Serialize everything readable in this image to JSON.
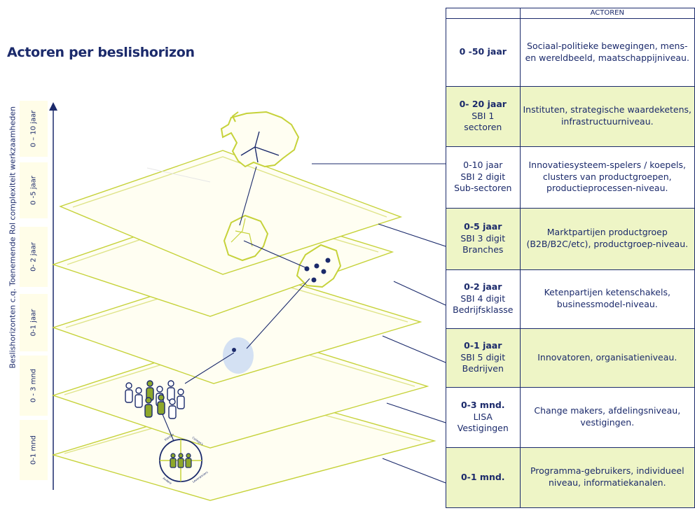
{
  "title": "Actoren per beslishorizon",
  "axis_label": "Beslishorizonten c.q. Toenemende Rol complexiteit werkzaamheden",
  "horizon_labels": [
    "0 – 10 jaar",
    "0 -5 jaar",
    "0- 2 jaar",
    "0-1 jaar",
    "0 - 3 mnd",
    "0-1 mnd"
  ],
  "compass_labels": [
    "Klanten",
    "Collega's",
    "Leveranciers",
    "Andere"
  ],
  "table": {
    "header": [
      "",
      "ACTOREN"
    ],
    "rows": [
      {
        "horizon": "0 -50 jaar",
        "sbi": "",
        "level": "",
        "actors": "Sociaal-politieke bewegingen, mens- en wereldbeeld, maatschappijniveau.",
        "highlight": false,
        "bold": true
      },
      {
        "horizon": "0- 20 jaar",
        "sbi": "SBI 1",
        "level": "sectoren",
        "actors": "Instituten, strategische waardeketens, infrastructuurniveau.",
        "highlight": true,
        "bold": true
      },
      {
        "horizon": "0-10 jaar",
        "sbi": "SBI 2 digit",
        "level": "Sub-sectoren",
        "actors": "Innovatiesysteem-spelers / koepels, clusters van productgroepen, productieprocessen-niveau.",
        "highlight": false,
        "bold": false
      },
      {
        "horizon": "0-5 jaar",
        "sbi": "SBI 3 digit",
        "level": "Branches",
        "actors": "Marktpartijen productgroep (B2B/B2C/etc), productgroep-niveau.",
        "highlight": true,
        "bold": true
      },
      {
        "horizon": "0-2 jaar",
        "sbi": "SBI 4 digit",
        "level": "Bedrijfsklasse",
        "actors": "Ketenpartijen ketenschakels, businessmodel-niveau.",
        "highlight": false,
        "bold": true
      },
      {
        "horizon": "0-1 jaar",
        "sbi": "SBI 5 digit",
        "level": "Bedrijven",
        "actors": "Innovatoren, organisatieniveau.",
        "highlight": true,
        "bold": true
      },
      {
        "horizon": "0-3 mnd.",
        "sbi": "LISA",
        "level": "Vestigingen",
        "actors": "Change makers, afdelingsniveau, vestigingen.",
        "highlight": false,
        "bold": true
      },
      {
        "horizon": "0-1 mnd.",
        "sbi": "",
        "level": "",
        "actors": "Programma-gebruikers, individueel niveau, informatiekanalen.",
        "highlight": true,
        "bold": true
      }
    ]
  },
  "colors": {
    "navy": "#1b2a6b",
    "lime": "#c6d23a",
    "highlight": "#eef5c6",
    "axis_box": "#fffde8",
    "person_green": "#8ea82a"
  }
}
